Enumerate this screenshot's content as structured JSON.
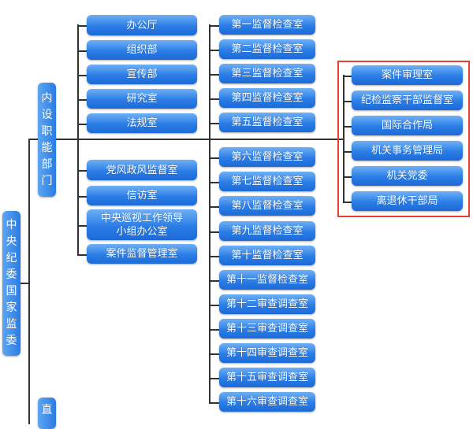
{
  "root": {
    "label": "中央纪委国家监委"
  },
  "branches": {
    "internal": {
      "label": "内设职能部门"
    },
    "direct": {
      "label": "直"
    }
  },
  "col1": [
    "办公厅",
    "组织部",
    "宣传部",
    "研究室",
    "法规室",
    "党风政风监督室",
    "信访室",
    "中央巡视工作领导小组办公室",
    "案件监督管理室"
  ],
  "col2": [
    "第一监督检查室",
    "第二监督检查室",
    "第三监督检查室",
    "第四监督检查室",
    "第五监督检查室",
    "第六监督检查室",
    "第七监督检查室",
    "第八监督检查室",
    "第九监督检查室",
    "第十监督检查室",
    "第十一监督检查室",
    "第十二审查调查室",
    "第十三审查调查室",
    "第十四审查调查室",
    "第十五审查调查室",
    "第十六审查调查室"
  ],
  "col3": [
    "案件审理室",
    "纪检监察干部监督室",
    "国际合作局",
    "机关事务管理局",
    "机关党委",
    "离退休干部局"
  ],
  "colors": {
    "box": "#2b7de6",
    "highlight": "#e0403a",
    "line": "#333333"
  }
}
